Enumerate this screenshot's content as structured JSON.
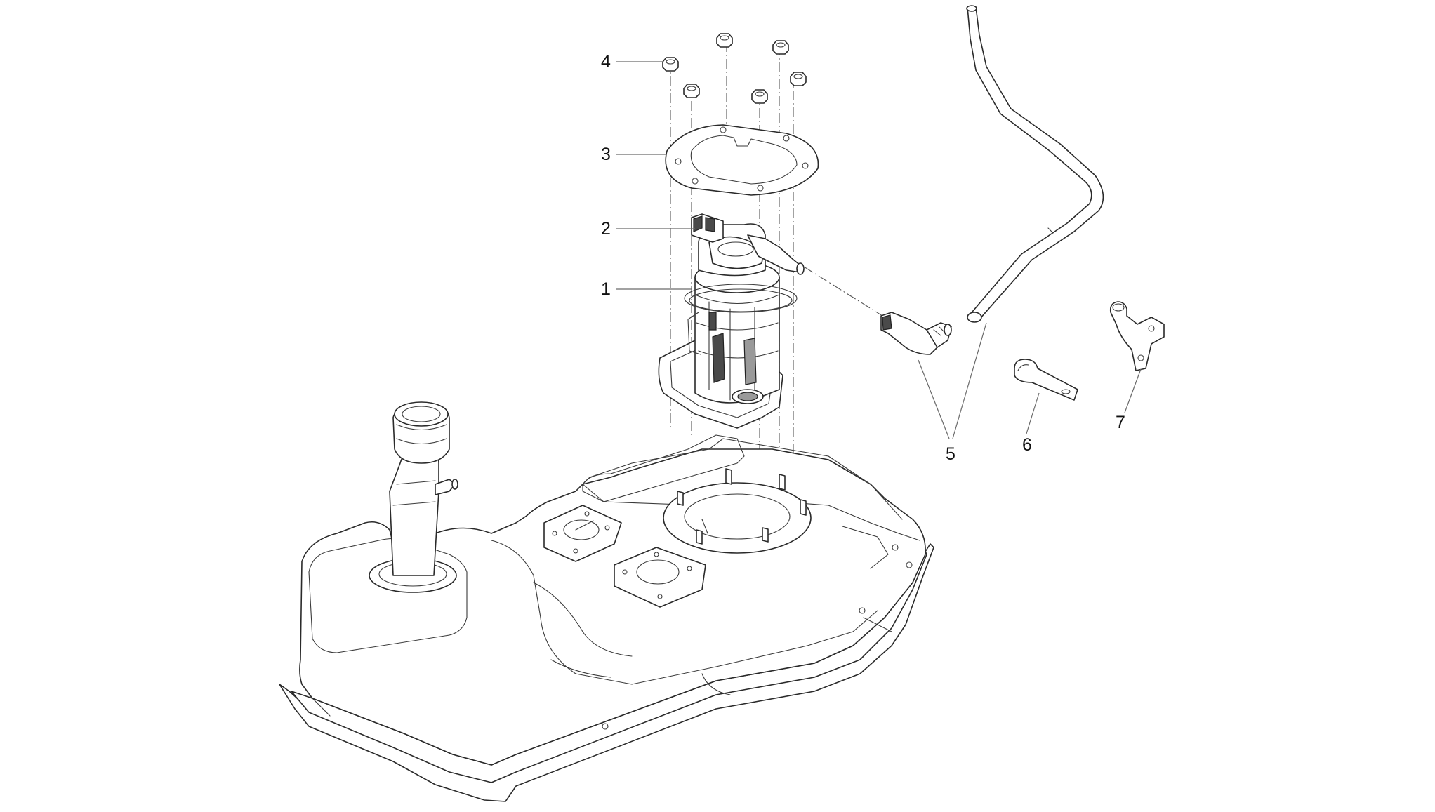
{
  "diagram": {
    "callouts": [
      {
        "id": "1",
        "label": "1"
      },
      {
        "id": "2",
        "label": "2"
      },
      {
        "id": "3",
        "label": "3"
      },
      {
        "id": "4",
        "label": "4"
      },
      {
        "id": "5",
        "label": "5"
      },
      {
        "id": "6",
        "label": "6"
      },
      {
        "id": "7",
        "label": "7"
      }
    ],
    "colors": {
      "line": "#2a2a2a",
      "leader": "#6a6a6a",
      "background": "#ffffff"
    }
  }
}
